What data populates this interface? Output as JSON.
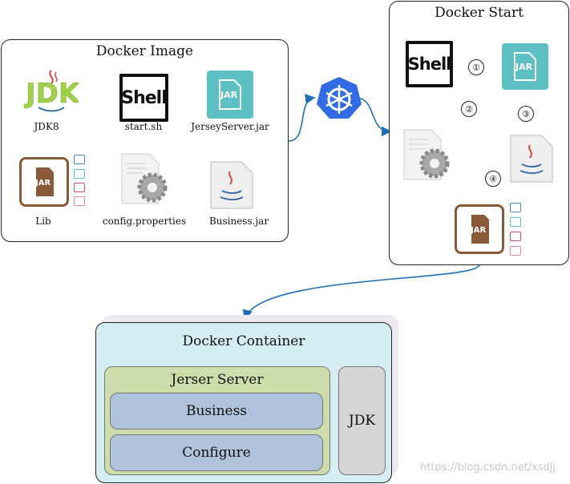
{
  "image_panel": {
    "title": "Docker Image",
    "items": [
      {
        "label": "JDK8",
        "logo_text": "JDK"
      },
      {
        "label": "start.sh",
        "logo_text": "Shell"
      },
      {
        "label": "JerseyServer.jar",
        "logo_text": "JAR"
      },
      {
        "label": "Lib",
        "logo_text": "JAR"
      },
      {
        "label": "config.properties"
      },
      {
        "label": "Business.jar"
      }
    ]
  },
  "start_panel": {
    "title": "Docker Start",
    "shell_logo_text": "Shell",
    "jar_logo_text": "JAR",
    "lib_logo_text": "JAR",
    "steps": [
      "①",
      "②",
      "③",
      "④"
    ]
  },
  "container": {
    "title": "Docker Container",
    "server_title": "Jerser Server",
    "business_label": "Business",
    "configure_label": "Configure",
    "jdk_label": "JDK"
  },
  "watermark": "https://blog.csdn.net/xsdjj",
  "colors": {
    "arrow": "#1a6fb5",
    "container_bg": "#d5eef3",
    "server_bg": "#ccdcaa",
    "module_bg": "#afc3dc",
    "jdk_bg": "#d6d6d6",
    "jar_teal": "#5cc0c5",
    "jar_brown": "#8a5a38"
  }
}
